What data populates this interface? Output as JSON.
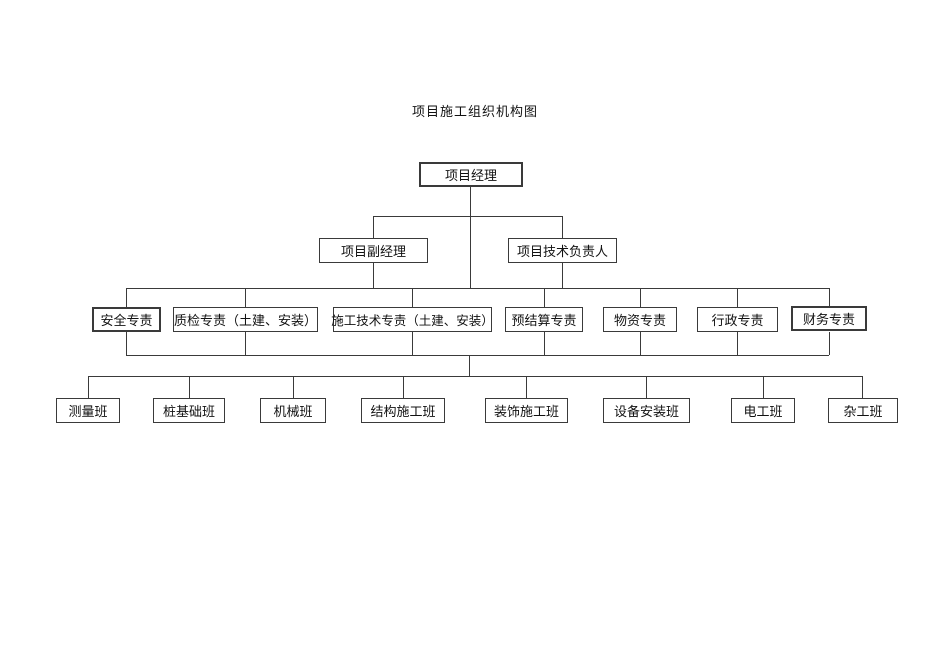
{
  "page": {
    "title": "项目施工组织机构图"
  },
  "org": {
    "root": {
      "label": "项目经理"
    },
    "management": [
      {
        "label": "项目副经理"
      },
      {
        "label": "项目技术负责人"
      }
    ],
    "specialists": [
      {
        "label": "安全专责"
      },
      {
        "label": "质检专责（土建、安装）"
      },
      {
        "label": "施工技术专责（土建、安装）"
      },
      {
        "label": "预结算专责"
      },
      {
        "label": "物资专责"
      },
      {
        "label": "行政专责"
      },
      {
        "label": "财务专责"
      }
    ],
    "teams": [
      {
        "label": "测量班"
      },
      {
        "label": "桩基础班"
      },
      {
        "label": "机械班"
      },
      {
        "label": "结构施工班"
      },
      {
        "label": "装饰施工班"
      },
      {
        "label": "设备安装班"
      },
      {
        "label": "电工班"
      },
      {
        "label": "杂工班"
      }
    ]
  },
  "colors": {
    "line": "#3a3a3a",
    "text": "#111111",
    "background": "#ffffff"
  }
}
